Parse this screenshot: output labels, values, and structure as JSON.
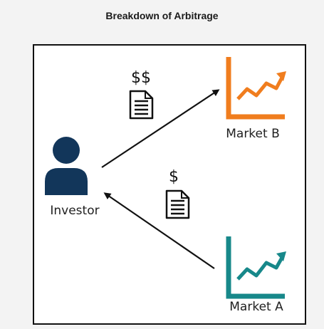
{
  "title": "Breakdown of Arbitrage",
  "nodes": {
    "investor": {
      "label": "Investor",
      "icon": "person-icon",
      "color": "#12365a"
    },
    "market_b": {
      "label": "Market B",
      "icon": "rising-chart-icon",
      "color": "#f07d1e"
    },
    "market_a": {
      "label": "Market A",
      "icon": "rising-chart-icon",
      "color": "#17888a"
    }
  },
  "flows": {
    "to_market_b": {
      "label": "$$",
      "icon": "document-icon"
    },
    "from_market_a": {
      "label": "$",
      "icon": "document-icon"
    }
  }
}
